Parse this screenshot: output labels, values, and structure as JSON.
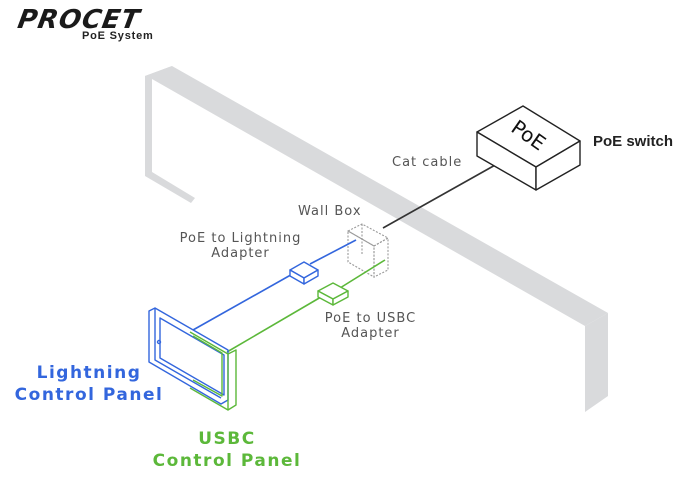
{
  "logo": {
    "brand": "PROCET",
    "tagline": "PoE System",
    "accent_color": "#d9432b"
  },
  "diagram": {
    "switch": {
      "box_text": "PoE",
      "label": "PoE switch"
    },
    "cable_label": "Cat cable",
    "wall_box_label": "Wall Box",
    "lightning_adapter": {
      "line1": "PoE to Lightning",
      "line2": "Adapter"
    },
    "usbc_adapter": {
      "line1": "PoE to USBC",
      "line2": "Adapter"
    },
    "lightning_panel": {
      "line1": "Lightning",
      "line2": "Control Panel"
    },
    "usbc_panel": {
      "line1": "USBC",
      "line2": "Control Panel"
    },
    "colors": {
      "lightning": "#3366dd",
      "usbc": "#5cb83a",
      "wall": "#d9dadc",
      "cable": "#333333"
    }
  }
}
